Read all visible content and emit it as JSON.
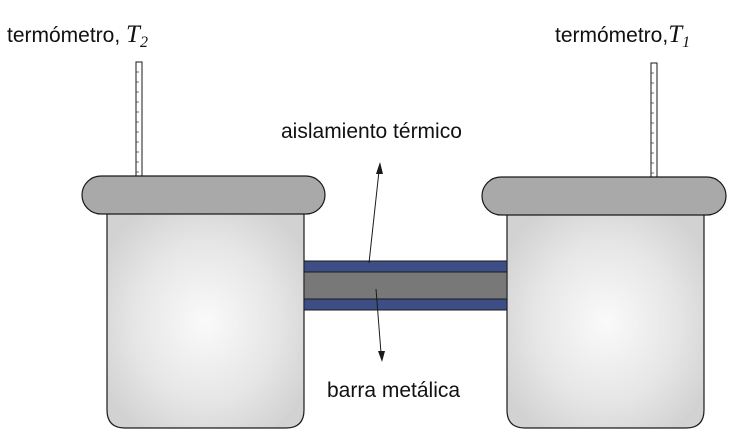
{
  "labels": {
    "left_thermometer": {
      "text": "termómetro,",
      "symbol": "T",
      "subscript": "2"
    },
    "right_thermometer": {
      "text": "termómetro,",
      "symbol": "T",
      "subscript": "1"
    },
    "insulation": "aislamiento térmico",
    "metal_bar": "barra metálica"
  },
  "colors": {
    "lid": "#a9a9a9",
    "container_light": "#fafafa",
    "container_dark": "#d6d6d6",
    "bar_core": "#787878",
    "insulation": "#3d4d86",
    "stroke": "#1a1a1a"
  }
}
